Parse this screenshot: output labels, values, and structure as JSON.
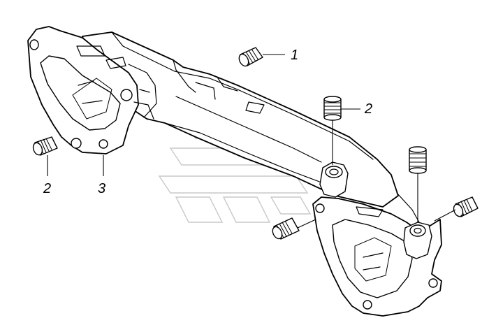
{
  "callouts": [
    {
      "id": "plug-top",
      "label": "1"
    },
    {
      "id": "plug-middle",
      "label": "2"
    },
    {
      "id": "plug-left",
      "label": "2"
    },
    {
      "id": "manifold",
      "label": "3"
    }
  ],
  "colors": {
    "line": "#000000",
    "watermark": "#c9c9c9",
    "background": "#ffffff"
  }
}
